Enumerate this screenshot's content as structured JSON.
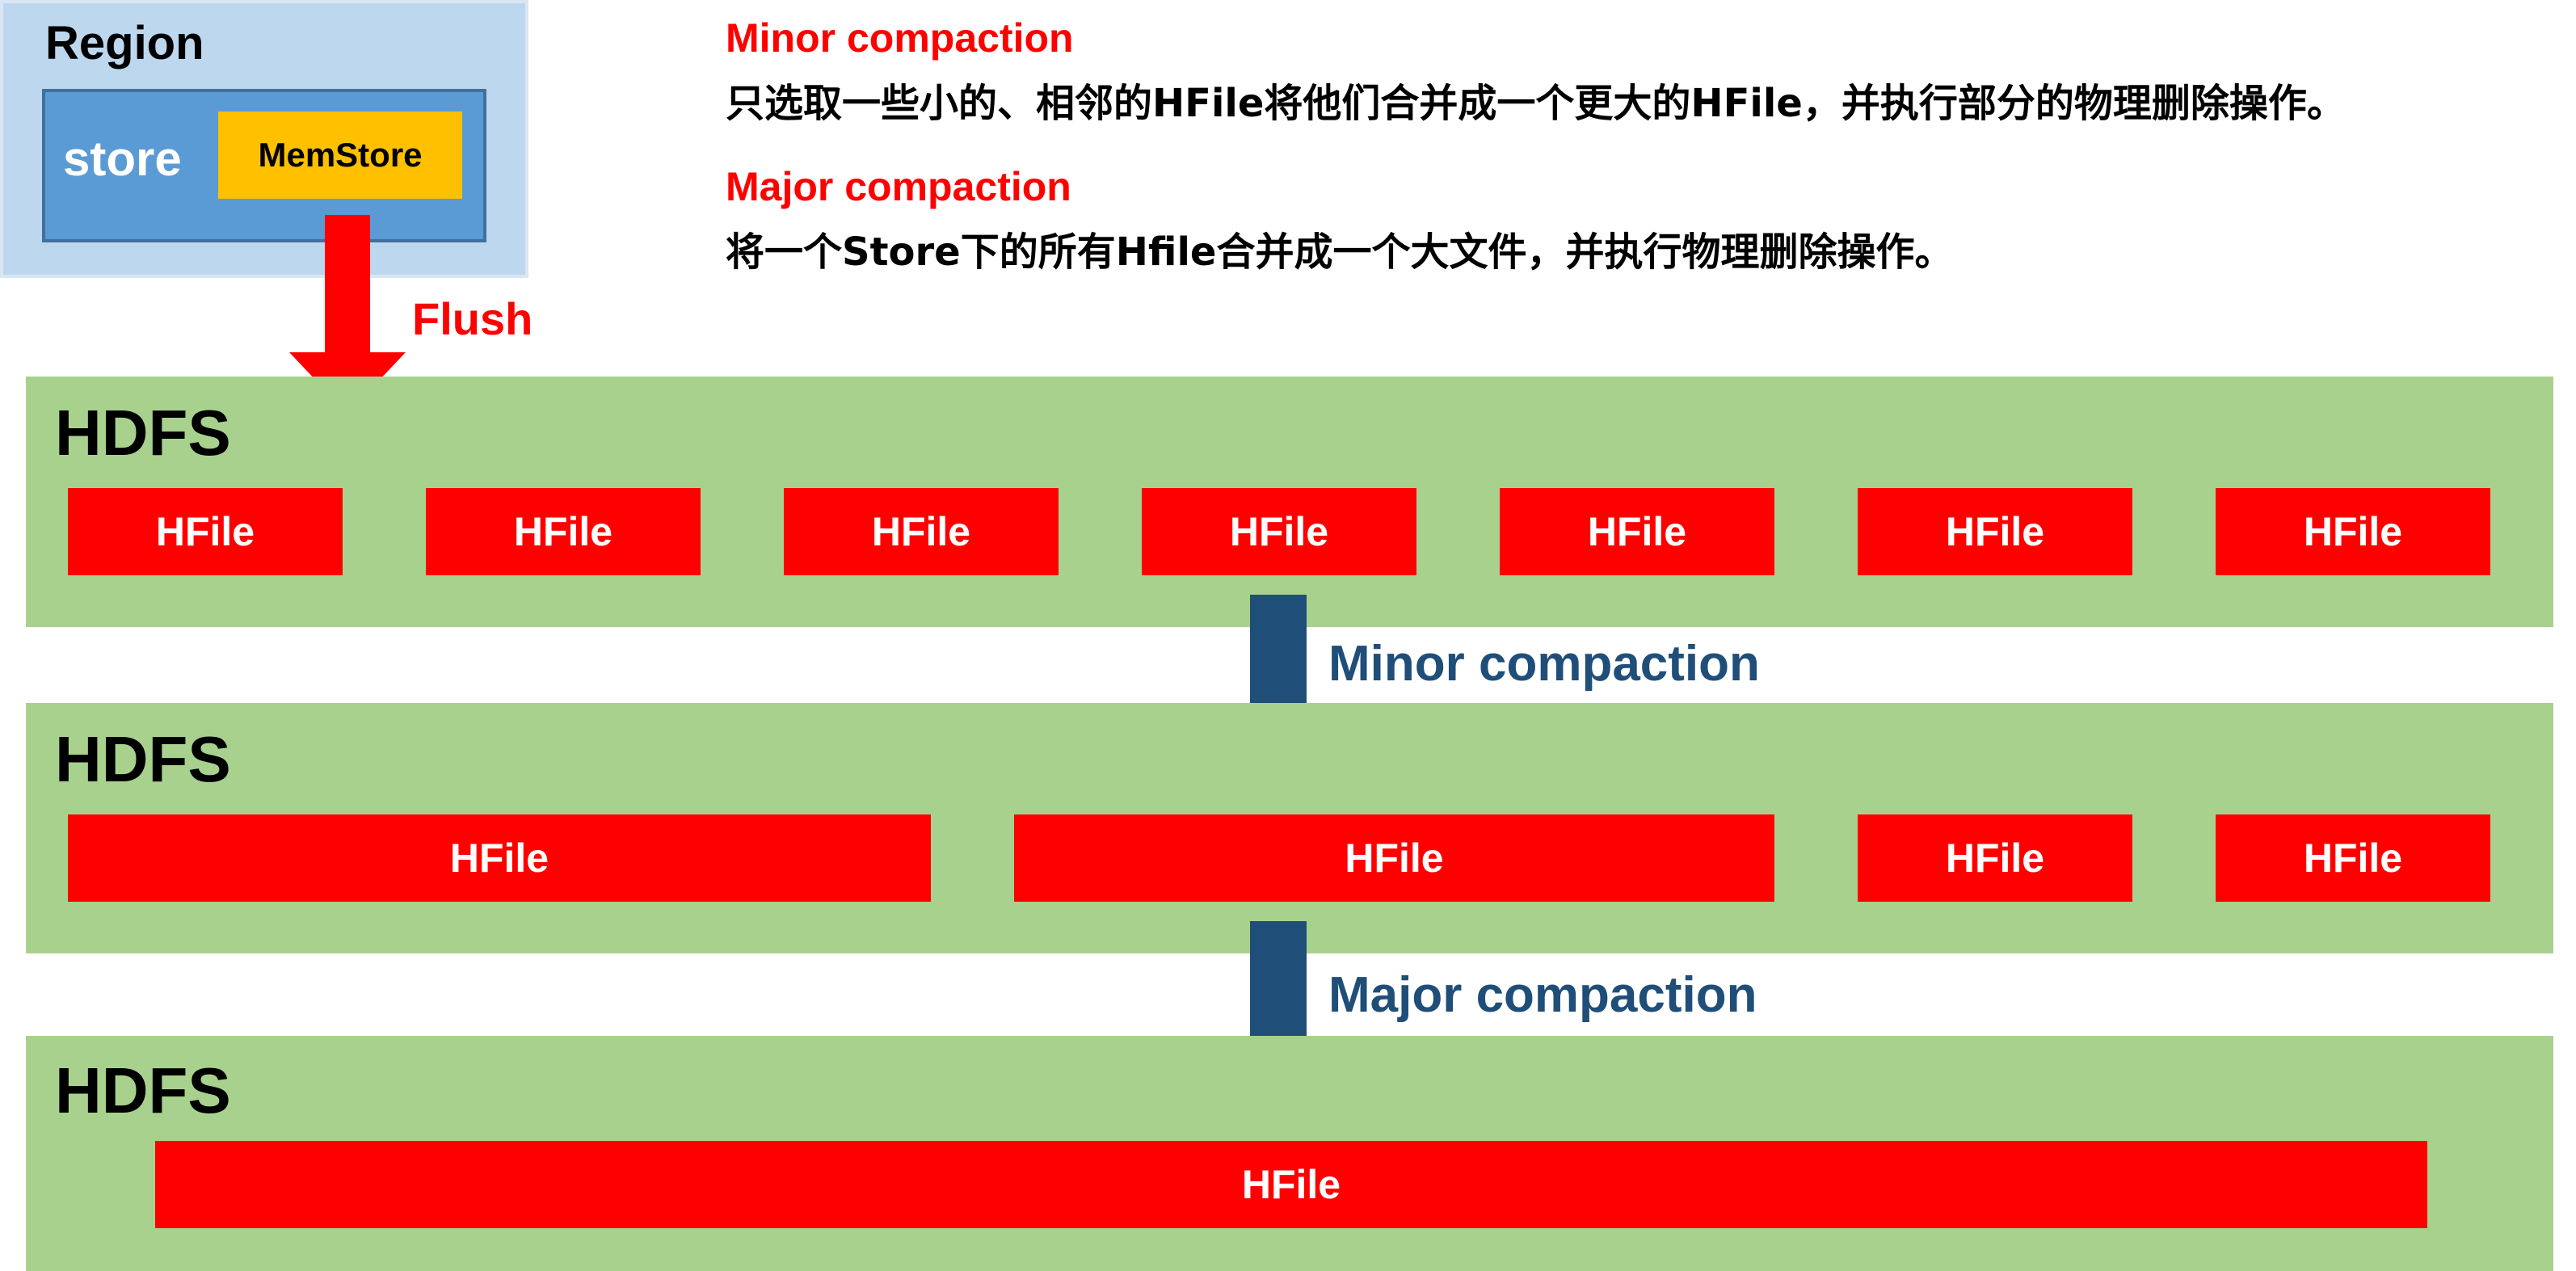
{
  "region": {
    "title": "Region",
    "store_label": "store",
    "memstore_label": "MemStore"
  },
  "flush": {
    "label": "Flush",
    "arrow_color": "#ff0000"
  },
  "descriptions": {
    "minor": {
      "title": "Minor compaction",
      "body": "只选取一些小的、相邻的HFile将他们合并成一个更大的HFile，并执行部分的物理删除操作。"
    },
    "major": {
      "title": "Major compaction",
      "body": "将一个Store下的所有Hfile合并成一个大文件，并执行物理删除操作。"
    }
  },
  "layers": [
    {
      "label": "HDFS",
      "files": [
        "HFile",
        "HFile",
        "HFile",
        "HFile",
        "HFile",
        "HFile",
        "HFile"
      ]
    },
    {
      "label": "HDFS",
      "files": [
        "HFile",
        "HFile",
        "HFile",
        "HFile"
      ]
    },
    {
      "label": "HDFS",
      "files": [
        "HFile"
      ]
    }
  ],
  "transitions": [
    {
      "label": "Minor compaction"
    },
    {
      "label": "Major compaction"
    }
  ],
  "colors": {
    "region_bg": "#bdd7ee",
    "store_bg": "#5b9bd5",
    "memstore_bg": "#ffc000",
    "hdfs_bg": "#a9d18e",
    "hfile_bg": "#ff0000",
    "compaction_arrow": "#1f4e79",
    "accent_red": "#ff0000"
  }
}
